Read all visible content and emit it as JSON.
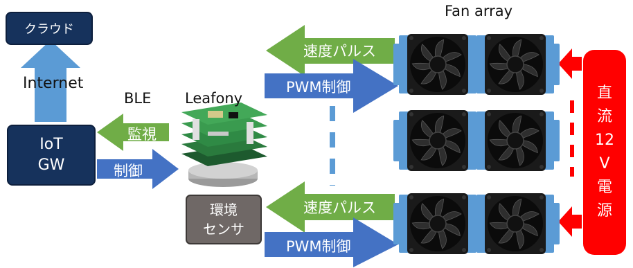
{
  "labels": {
    "cloud": "クラウド",
    "internet": "Internet",
    "iot_gw_line1": "IoT",
    "iot_gw_line2": "GW",
    "ble": "BLE",
    "leafony": "Leafony",
    "monitor": "監視",
    "control": "制御",
    "speed_pulse_top": "速度パルス",
    "pwm_top": "PWM制御",
    "speed_pulse_bottom": "速度パルス",
    "pwm_bottom": "PWM制御",
    "env_sensor_line1": "環境",
    "env_sensor_line2": "センサ",
    "fan_array": "Fan array",
    "power_chars": [
      "直",
      "流",
      "12",
      "V",
      "電",
      "源"
    ]
  },
  "colors": {
    "navy": "#16325c",
    "blue_arrow": "#4472c4",
    "green_arrow": "#70ad47",
    "grey_box": "#6f6866",
    "red": "#ff0000",
    "fan_frame_blue": "#5b9bd5",
    "fan_black": "#161616"
  },
  "icons": {
    "board": "leafony-board-stack-image",
    "fan": "cooling-fan-image"
  }
}
